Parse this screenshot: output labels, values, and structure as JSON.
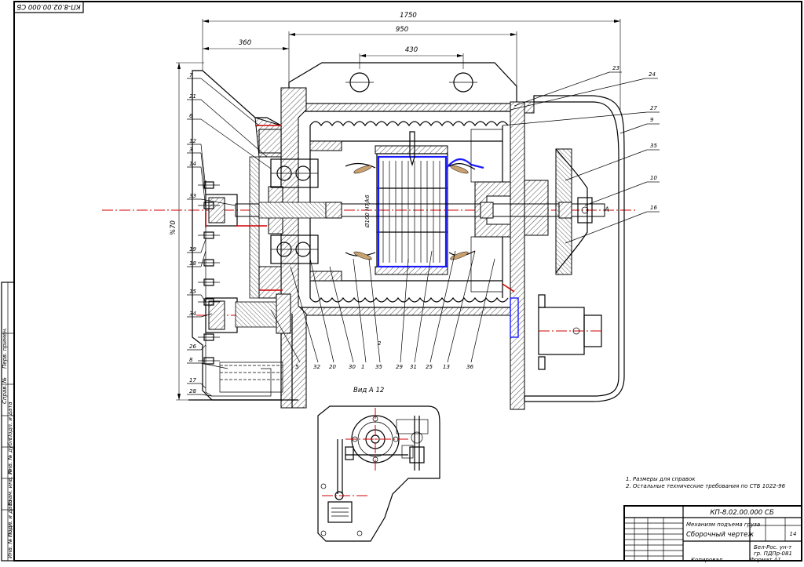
{
  "frame_stamp": "КП-8.02.00.000 СБ",
  "dimensions": {
    "overall": "1750",
    "d950": "950",
    "d430": "430",
    "d360": "360",
    "height": "%70"
  },
  "view_label": "Вид A  12",
  "section_mark": "A",
  "notes": [
    "1. Размеры для справок",
    "2. Остальные технические требования по СТБ 1022-96"
  ],
  "title_block": {
    "designation": "КП-8.02.00.000 СБ",
    "name_line1": "Механизм подъема груза",
    "name_line2": "Сборочный чертеж",
    "org_line1": "Бел-Рос. ун-т",
    "org_line2": "гр. ПДПр-081",
    "sheets": "14",
    "copied": "Копировал",
    "format": "Формат  А1"
  },
  "left_strip": [
    "Перв. примен.",
    "Справ. №",
    "Подп. и дата",
    "Инв. № дубл.",
    "Взам. инв. №",
    "Подп. и дата",
    "Инв. № подл."
  ],
  "leader_labels_left": [
    "7",
    "21",
    "6",
    "12",
    "3",
    "14",
    "33",
    "19",
    "18",
    "15",
    "34",
    "26",
    "8",
    "17",
    "28"
  ],
  "leader_labels_bottom": [
    "5",
    "32",
    "20",
    "30",
    "1",
    "35",
    "29",
    "31",
    "25",
    "13",
    "36"
  ],
  "leader_labels_right": [
    "23",
    "24",
    "27",
    "9",
    "35",
    "10",
    "16"
  ],
  "inner_labels": [
    "2",
    "Ø100 H7/k6"
  ],
  "colors": {
    "axis": "#d00000",
    "winding": "#1a1aff",
    "line": "#000000"
  }
}
